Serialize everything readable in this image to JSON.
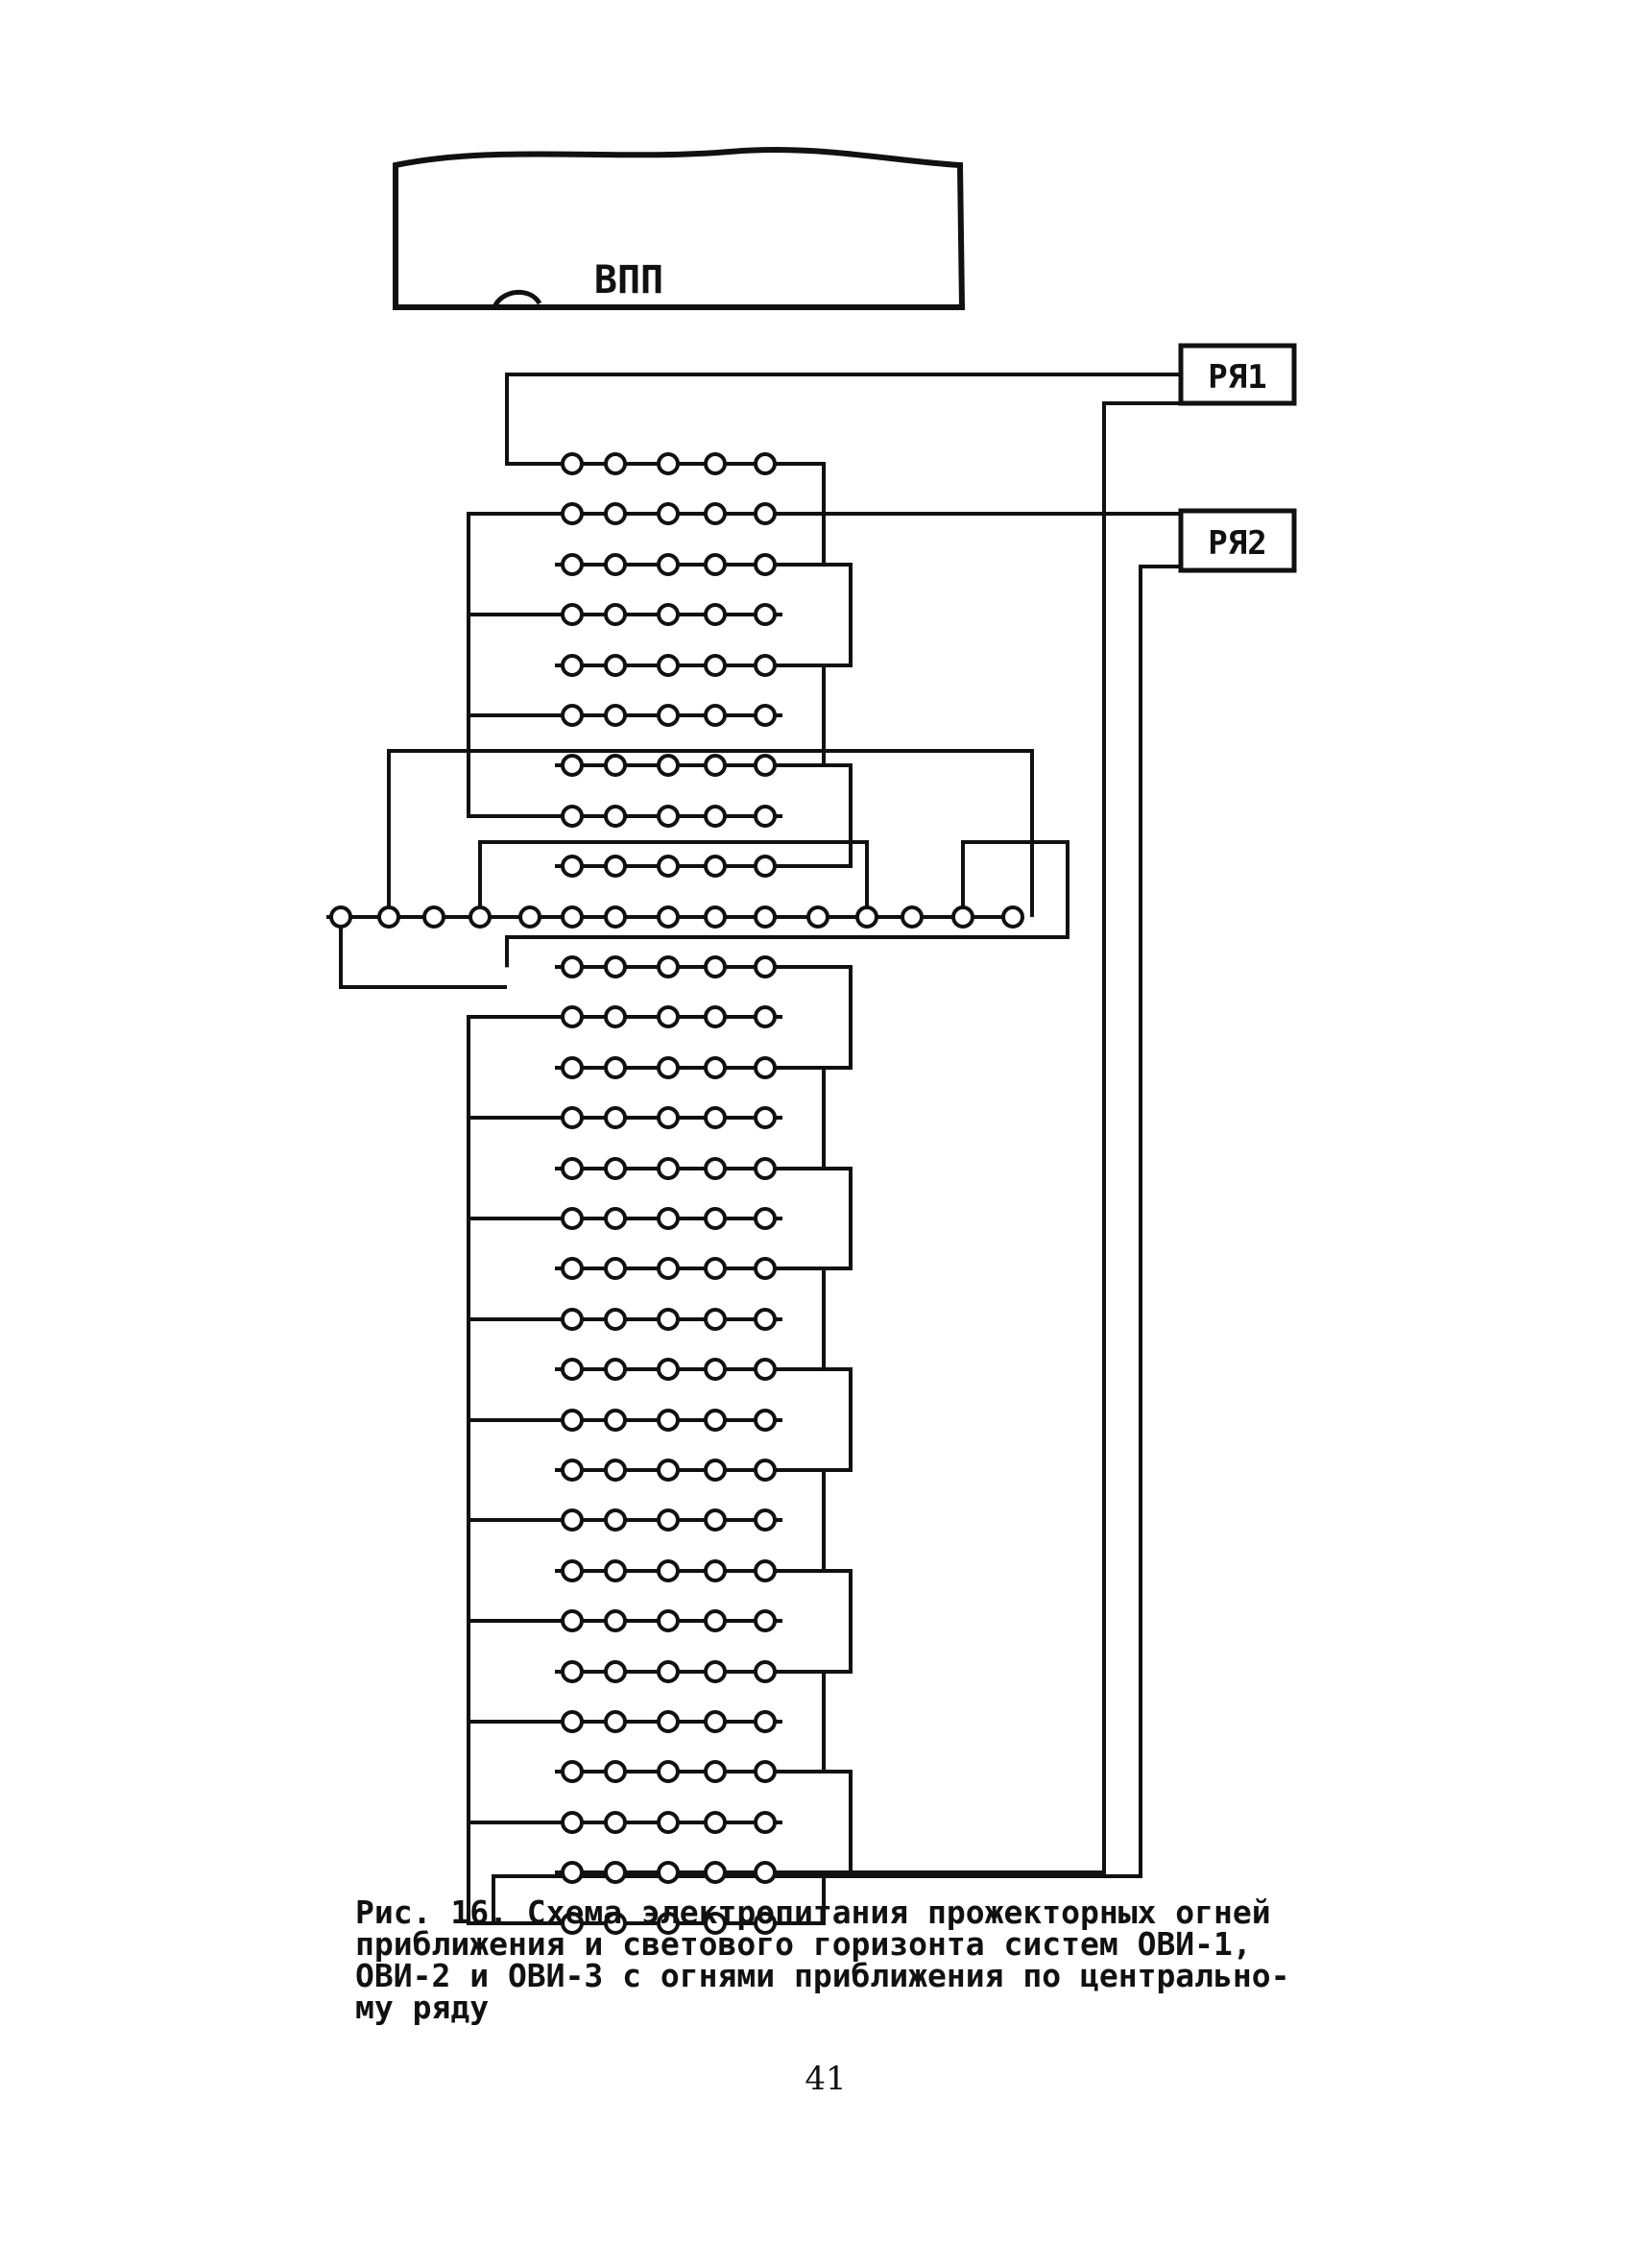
{
  "runway": {
    "label": "ВПП"
  },
  "regulators": {
    "r1": "РЯ1",
    "r2": "РЯ2"
  },
  "caption": {
    "line1": "Рис. 16. Схема электропитания прожекторных огней",
    "line2": "приближения и светового горизонта систем ОВИ-1,",
    "line3": "ОВИ-2 и ОВИ-3 с огнями приближения по центрально-",
    "line4": "му ряду"
  },
  "page_number": "41",
  "colors": {
    "ink": "#111111",
    "paper": "#ffffff"
  }
}
